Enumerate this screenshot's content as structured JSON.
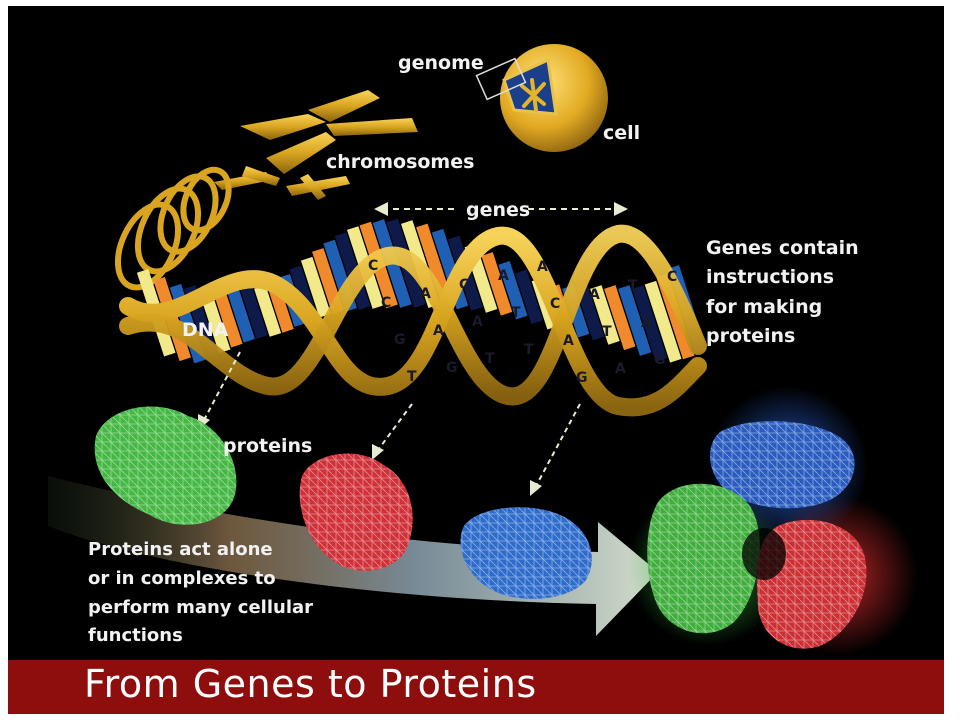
{
  "labels": {
    "genome": "genome",
    "cell": "cell",
    "chromosomes": "chromosomes",
    "genes": "genes",
    "dna": "DNA",
    "proteins": "proteins",
    "genes_caption": [
      "Genes contain",
      "instructions",
      "for making",
      "proteins"
    ],
    "proteins_caption": [
      "Proteins act alone",
      "or in complexes to",
      "perform many cellular",
      "functions"
    ]
  },
  "bases": [
    "C",
    "C",
    "G",
    "T",
    "A",
    "A",
    "G",
    "C",
    "A",
    "T",
    "A",
    "T",
    "T",
    "A",
    "C",
    "A",
    "G",
    "A",
    "T",
    "A",
    "T",
    "A",
    "G",
    "C"
  ],
  "banner": {
    "title": "From Genes to Proteins"
  },
  "colors": {
    "background": "#000000",
    "banner": "#8e0d0d",
    "gold": "#d9a520",
    "base_yellow": "#f2e98a",
    "base_orange": "#f08a2c",
    "base_blue": "#1f5fb4",
    "base_navy": "#0d1a4a",
    "protein_green": "#4fc04a",
    "protein_red": "#d8343a",
    "protein_blue": "#2f6fd0"
  }
}
